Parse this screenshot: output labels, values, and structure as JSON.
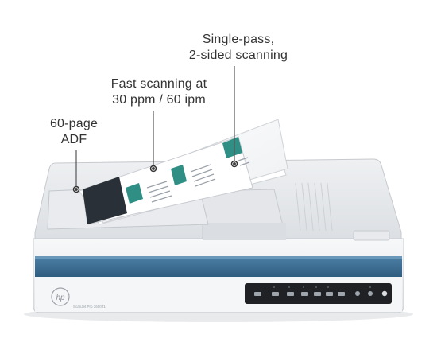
{
  "callouts": {
    "adf": {
      "line1": "60-page",
      "line2": "ADF"
    },
    "fast": {
      "line1": "Fast scanning at",
      "line2": "30 ppm / 60 ipm"
    },
    "single_pass": {
      "line1": "Single-pass,",
      "line2": "2-sided scanning"
    }
  },
  "device": {
    "brand_mark": "hp",
    "model_text": "ScanJet Pro 3600 f1"
  },
  "colors": {
    "body": "#f2f3f5",
    "accent_band": "#3b6d93",
    "control_panel": "#1f2124",
    "document_accent": "#2f8f85"
  }
}
